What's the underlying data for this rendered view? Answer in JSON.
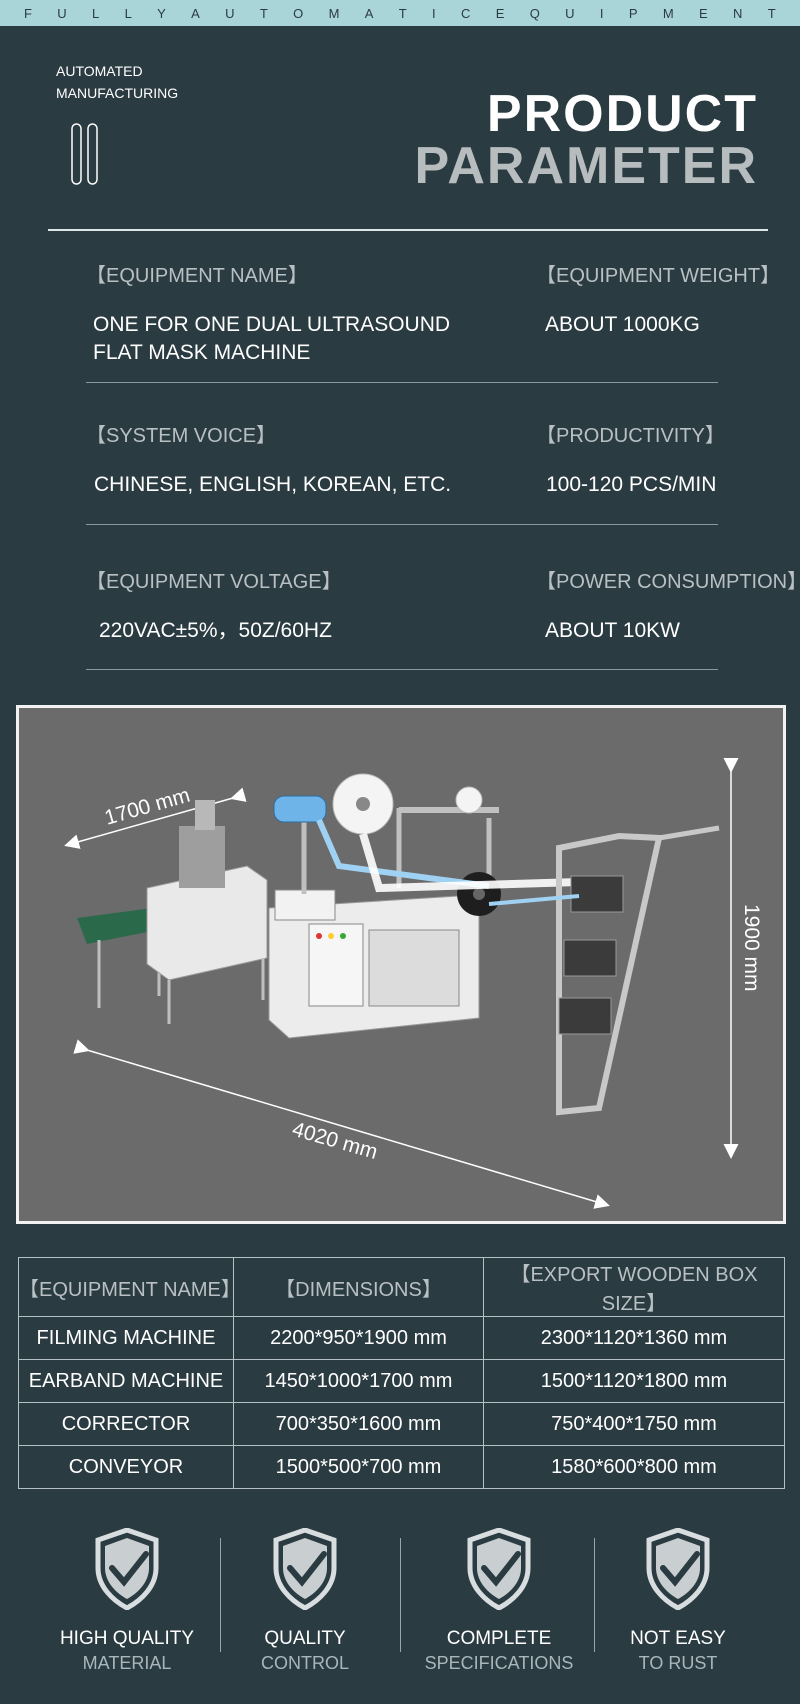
{
  "topbar": {
    "letters": [
      "F",
      "U",
      "L",
      "L",
      "Y",
      "",
      "A",
      "U",
      "T",
      "O",
      "M",
      "A",
      "T",
      "I",
      "C",
      "",
      "E",
      "Q",
      "U",
      "I",
      "P",
      "M",
      "E",
      "N",
      "T"
    ]
  },
  "header": {
    "auto_line1": "AUTOMATED",
    "auto_line2": "MANUFACTURING",
    "title_line1": "PRODUCT",
    "title_line2": "PARAMETER"
  },
  "params": {
    "equipment_name_label": "【EQUIPMENT NAME】",
    "equipment_name_value_1": "ONE FOR ONE DUAL ULTRASOUND",
    "equipment_name_value_2": "FLAT MASK MACHINE",
    "equipment_weight_label": "【EQUIPMENT WEIGHT】",
    "equipment_weight_value": "ABOUT 1000KG",
    "system_voice_label": "【SYSTEM VOICE】",
    "system_voice_value": "CHINESE, ENGLISH, KOREAN, ETC.",
    "productivity_label": "【PRODUCTIVITY】",
    "productivity_value": "100-120 PCS/MIN",
    "voltage_label": "【EQUIPMENT VOLTAGE】",
    "voltage_value": "220VAC±5%，50Z/60HZ",
    "power_label": "【POWER CONSUMPTION】",
    "power_value": "ABOUT 10KW"
  },
  "photo": {
    "dim_width": "1700 mm",
    "dim_length": "4020 mm",
    "dim_height": "1900 mm"
  },
  "table": {
    "headers": [
      "【EQUIPMENT NAME】",
      "【DIMENSIONS】",
      "【EXPORT WOODEN BOX SIZE】"
    ],
    "rows": [
      [
        "FILMING MACHINE",
        "2200*950*1900 mm",
        "2300*1120*1360 mm"
      ],
      [
        "EARBAND MACHINE",
        "1450*1000*1700 mm",
        "1500*1120*1800 mm"
      ],
      [
        "CORRECTOR",
        "700*350*1600 mm",
        "750*400*1750 mm"
      ],
      [
        "CONVEYOR",
        "1500*500*700 mm",
        "1580*600*800 mm"
      ]
    ]
  },
  "features": [
    {
      "line1": "HIGH QUALITY",
      "line2": "MATERIAL"
    },
    {
      "line1": "QUALITY",
      "line2": "CONTROL"
    },
    {
      "line1": "COMPLETE",
      "line2": "SPECIFICATIONS"
    },
    {
      "line1": "NOT EASY",
      "line2": "TO RUST"
    }
  ],
  "colors": {
    "background": "#2b3b42",
    "topbar": "#a9d5d8",
    "accent_blue": "#6fb4e8"
  }
}
